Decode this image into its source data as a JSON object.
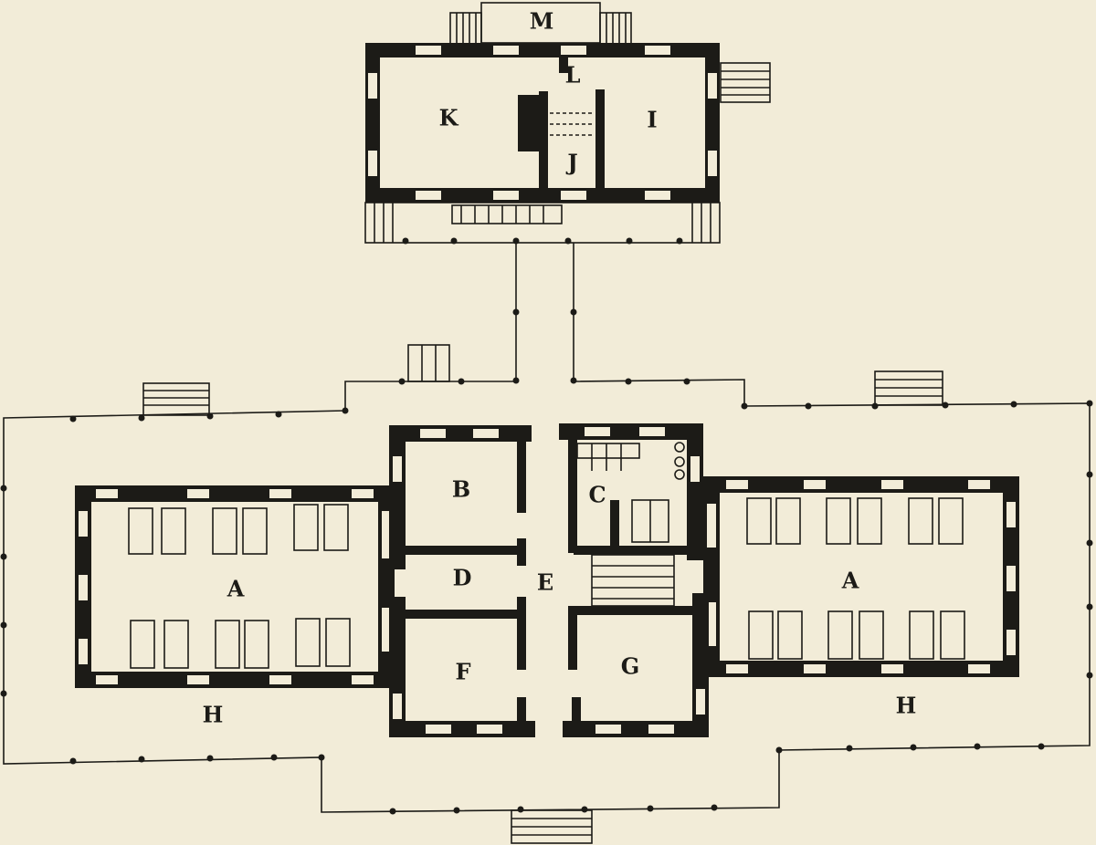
{
  "colors": {
    "paper": "#f2ecd8",
    "ink": "#1c1b17"
  },
  "rooms": {
    "a_left": "A",
    "a_right": "A",
    "b": "B",
    "c": "C",
    "d": "D",
    "e": "E",
    "f": "F",
    "g": "G",
    "h_left": "H",
    "h_right": "H",
    "i": "I",
    "j": "J",
    "k": "K",
    "l": "L",
    "m": "M"
  }
}
